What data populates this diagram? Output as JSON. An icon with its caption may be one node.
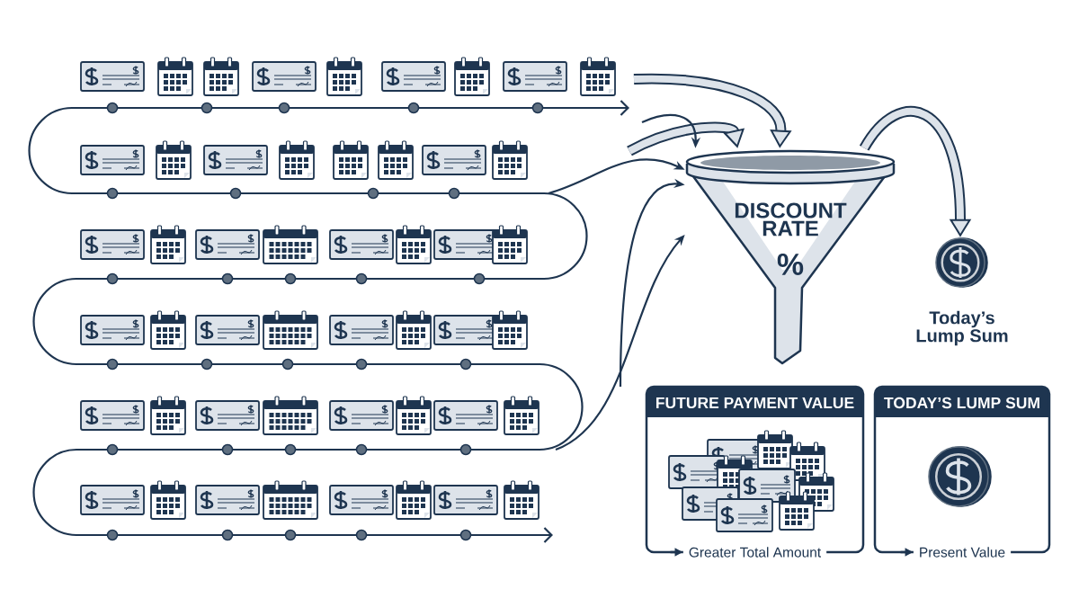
{
  "diagram": {
    "nodes": [
      {
        "text": [
          "DISCOUNT RATE",
          "%"
        ]
      },
      {
        "text": [],
        "shape": "circle",
        "beside": [
          "Today’s Lump Sum"
        ]
      },
      {
        "text": [
          "FUTURE PAYMENT VALUE",
          "Greater Total Amount"
        ]
      },
      {
        "text": [
          "TODAY’S LUMP SUM",
          "Present Value"
        ]
      }
    ],
    "edges": [
      {
        "from": null,
        "to": 0,
        "arrow": "to",
        "style": "thick"
      },
      {
        "from": null,
        "to": 0,
        "arrow": "to",
        "style": "thick"
      },
      {
        "from": null,
        "to": 0,
        "arrow": "to"
      },
      {
        "from": null,
        "to": 0,
        "arrow": "to"
      },
      {
        "from": null,
        "to": 0,
        "arrow": "to"
      },
      {
        "from": null,
        "to": 0,
        "arrow": "to"
      },
      {
        "from": 0,
        "to": 1,
        "arrow": "to",
        "style": "thick"
      }
    ]
  }
}
